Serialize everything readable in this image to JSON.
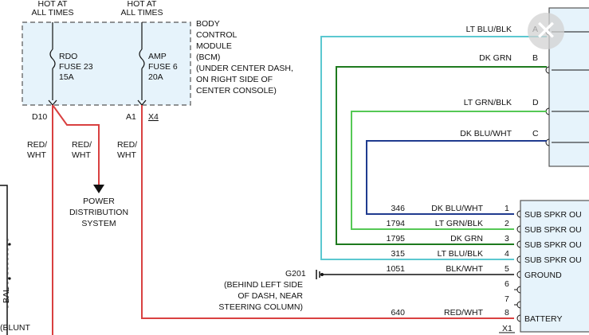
{
  "bcm": {
    "hot_left": [
      "HOT AT",
      "ALL TIMES"
    ],
    "hot_right": [
      "HOT AT",
      "ALL TIMES"
    ],
    "title": [
      "BODY",
      "CONTROL",
      "MODULE",
      "(BCM)",
      "(UNDER CENTER DASH,",
      "ON RIGHT SIDE OF",
      "CENTER CONSOLE)"
    ],
    "fuse_rdo": [
      "RDO",
      "FUSE 23",
      "15A"
    ],
    "fuse_amp": [
      "AMP",
      "FUSE 6",
      "20A"
    ],
    "pin_d10": "D10",
    "pin_a1": "A1",
    "connector_x4": "X4"
  },
  "wires_left": {
    "red_wht_1": [
      "RED/",
      "WHT"
    ],
    "red_wht_2": [
      "RED/",
      "WHT"
    ],
    "red_wht_3": [
      "RED/",
      "WHT"
    ],
    "pds": [
      "POWER",
      "DISTRIBUTION",
      "SYSTEM"
    ],
    "left_fragment_1": "BAL",
    "left_fragment_2": "(BLUNT"
  },
  "speakers": [
    {
      "color": "LT BLU/BLK",
      "pin": "A"
    },
    {
      "color": "DK GRN",
      "pin": "B"
    },
    {
      "color": "LT GRN/BLK",
      "pin": "D"
    },
    {
      "color": "DK BLU/WHT",
      "pin": "C"
    }
  ],
  "circuits": [
    {
      "circuit": "346",
      "color": "DK BLU/WHT",
      "pin": "1",
      "label": "SUB SPKR OU"
    },
    {
      "circuit": "1794",
      "color": "LT GRN/BLK",
      "pin": "2",
      "label": "SUB SPKR OU"
    },
    {
      "circuit": "1795",
      "color": "DK GRN",
      "pin": "3",
      "label": "SUB SPKR OU"
    },
    {
      "circuit": "315",
      "color": "LT BLU/BLK",
      "pin": "4",
      "label": "SUB SPKR OU"
    },
    {
      "circuit": "1051",
      "color": "BLK/WHT",
      "pin": "5",
      "label": "GROUND"
    },
    {
      "circuit": "",
      "color": "",
      "pin": "6",
      "label": ""
    },
    {
      "circuit": "",
      "color": "",
      "pin": "7",
      "label": ""
    },
    {
      "circuit": "640",
      "color": "RED/WHT",
      "pin": "8",
      "label": "BATTERY"
    }
  ],
  "ground": {
    "id": "G201",
    "note": [
      "(BEHIND LEFT SIDE",
      "OF DASH, NEAR",
      "STEERING COLUMN)"
    ]
  },
  "connector_x1": "X1",
  "wire_colors": {
    "lt_blu": "#5bc8d0",
    "dk_grn": "#1e7a1e",
    "lt_grn": "#55c855",
    "dk_blu": "#1f3b8f",
    "red": "#d94040",
    "black": "#111111"
  }
}
